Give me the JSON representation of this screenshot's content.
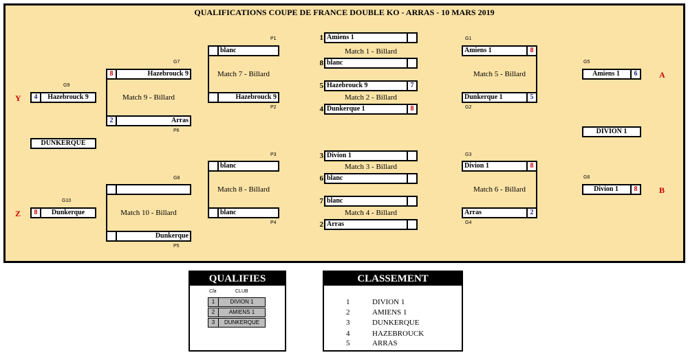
{
  "title": "QUALIFICATIONS COUPE DE FRANCE DOUBLE KO - ARRAS - 10 MARS 2019",
  "round1": [
    {
      "match": "Match 1 - Billard",
      "top": {
        "seed": "1",
        "name": "Amiens 1",
        "score": ""
      },
      "bottom": {
        "seed": "8",
        "name": "blanc",
        "score": ""
      }
    },
    {
      "match": "Match 2 - Billard",
      "top": {
        "seed": "5",
        "name": "Hazebrouck 9",
        "score": "7"
      },
      "bottom": {
        "seed": "4",
        "name": "Dunkerque 1",
        "score": "8"
      }
    },
    {
      "match": "Match 3 - Billard",
      "top": {
        "seed": "3",
        "name": "Divion 1",
        "score": ""
      },
      "bottom": {
        "seed": "6",
        "name": "blanc",
        "score": ""
      }
    },
    {
      "match": "Match 4 - Billard",
      "top": {
        "seed": "7",
        "name": "blanc",
        "score": ""
      },
      "bottom": {
        "seed": "2",
        "name": "Arras",
        "score": ""
      }
    }
  ],
  "winners": [
    {
      "match": "Match 5 - Billard",
      "top": {
        "code": "G1",
        "name": "Amiens 1",
        "score": "8"
      },
      "bottom": {
        "code": "G2",
        "name": "Dunkerque 1",
        "score": "5"
      }
    },
    {
      "match": "Match 6 - Billard",
      "top": {
        "code": "G3",
        "name": "Divion 1",
        "score": "8"
      },
      "bottom": {
        "code": "G4",
        "name": "Arras",
        "score": "2"
      }
    }
  ],
  "winners_final": [
    {
      "code": "G5",
      "name": "Amiens 1",
      "score": "6",
      "letter": "A"
    },
    {
      "code": "G6",
      "name": "Divion 1",
      "score": "8",
      "letter": "B"
    }
  ],
  "qualified_box": "DIVION 1",
  "losers": [
    {
      "match": "Match 7 - Billard",
      "top": {
        "code": "P1",
        "name": "blanc"
      },
      "bottom": {
        "code": "P2",
        "name": "Hazebrouck 9"
      }
    },
    {
      "match": "Match 8 - Billard",
      "top": {
        "code": "P3",
        "name": "blanc"
      },
      "bottom": {
        "code": "P4",
        "name": "blanc"
      }
    }
  ],
  "losers2": [
    {
      "match": "Match 9 - Billard",
      "top": {
        "code": "G7",
        "name": "Hazebrouck 9",
        "score": "8"
      },
      "bottom": {
        "code": "P6",
        "name": "Arras",
        "score": "2"
      }
    },
    {
      "match": "Match 10 - Billard",
      "top": {
        "code": "G8",
        "name": "",
        "score": ""
      },
      "bottom": {
        "code": "P5",
        "name": "Dunkerque",
        "score": ""
      }
    }
  ],
  "losers_final": [
    {
      "code": "G9",
      "name": "Hazebrouck 9",
      "score": "4",
      "letter": "Y"
    },
    {
      "code": "G10",
      "name": "Dunkerque",
      "score": "8",
      "letter": "Z"
    }
  ],
  "losers_qualified_box": "DUNKERQUE",
  "qualifies": {
    "title": "QUALIFIES",
    "col_rank": "Cla",
    "col_club": "CLUB",
    "rows": [
      {
        "rank": "1",
        "club": "DIVION 1"
      },
      {
        "rank": "2",
        "club": "AMIENS 1"
      },
      {
        "rank": "3",
        "club": "DUNKERQUE"
      }
    ]
  },
  "classement": {
    "title": "CLASSEMENT",
    "rows": [
      {
        "rank": "1",
        "club": "DIVION 1"
      },
      {
        "rank": "2",
        "club": "AMIENS 1"
      },
      {
        "rank": "3",
        "club": "DUNKERQUE"
      },
      {
        "rank": "4",
        "club": "HAZEBROUCK"
      },
      {
        "rank": "5",
        "club": "ARRAS"
      }
    ]
  }
}
